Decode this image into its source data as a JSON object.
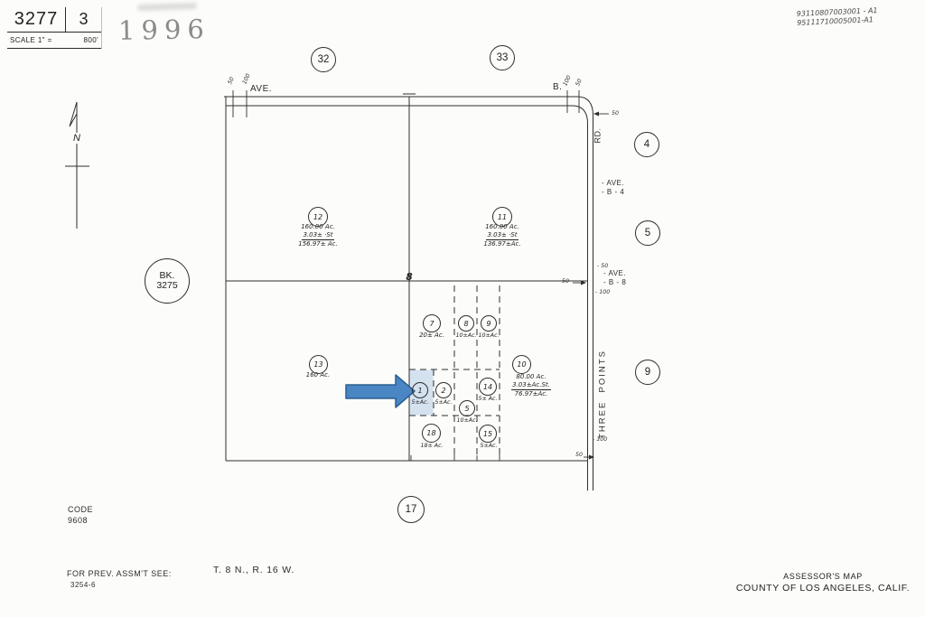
{
  "title_block": {
    "book": "3277",
    "page": "3",
    "scale_label": "SCALE 1\" =",
    "scale_value": "800'"
  },
  "stamp_year": "1996",
  "corner_notes": {
    "line1": "93110807003001 - A1",
    "line2": "95111710005001-A1"
  },
  "compass_label": "N",
  "book_circle": {
    "line1": "BK.",
    "line2": "3275"
  },
  "sections": [
    {
      "label": "32"
    },
    {
      "label": "33"
    },
    {
      "label": "4"
    },
    {
      "label": "5"
    },
    {
      "label": "9"
    },
    {
      "label": "17"
    }
  ],
  "marker8": "8",
  "roads": {
    "ave_top": "AVE.",
    "b_top": "B.",
    "rd_side": "RD.",
    "ave_b4_l1": "- AVE.",
    "ave_b4_l2": "- B - 4",
    "ave_b8_l1": "- AVE.",
    "ave_b8_l2": "- B - 8",
    "three_points": "THREE  POINTS"
  },
  "dims": {
    "d50": "50",
    "d100": "100",
    "d50_lead": "- 50",
    "d100_lead": "- 100"
  },
  "parcels": [
    {
      "num": "12",
      "area1": "160.00 Ac.",
      "area2": "3.03± ·St",
      "area3": "156.97± Ac."
    },
    {
      "num": "11",
      "area1": "160.00 Ac.",
      "area2": "3.03± ·St",
      "area3": "136.97±Ac."
    },
    {
      "num": "13",
      "area1": "160 Ac."
    },
    {
      "num": "7",
      "area1": "20± Ac."
    },
    {
      "num": "8",
      "area1": "10±Ac."
    },
    {
      "num": "9",
      "area1": "10±Ac."
    },
    {
      "num": "1",
      "area1": "5±Ac."
    },
    {
      "num": "2",
      "area1": "5±Ac."
    },
    {
      "num": "14",
      "area1": "5± Ac."
    },
    {
      "num": "5",
      "area1": "10±Ac."
    },
    {
      "num": "10",
      "area1": "80.00 Ac.",
      "area2": "3.03±Ac.St.",
      "area3": "76.97±Ac."
    },
    {
      "num": "18",
      "area1": "18± Ac."
    },
    {
      "num": "15",
      "area1": "5±Ac."
    }
  ],
  "highlight_color": "#cddcec",
  "arrow_colors": {
    "fill": "#4a86c4",
    "stroke": "#2b5e90"
  },
  "footer": {
    "code_label": "CODE",
    "code_value": "9608",
    "prev_label": "FOR PREV. ASSM'T SEE:",
    "prev_value": "3254-6",
    "township": "T. 8 N., R. 16 W.",
    "map_title": "ASSESSOR'S MAP",
    "county": "COUNTY OF LOS ANGELES, CALIF."
  }
}
